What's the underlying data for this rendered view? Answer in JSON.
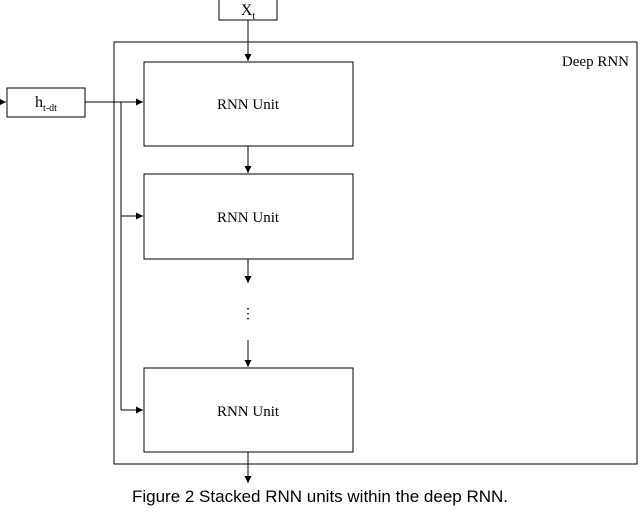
{
  "diagram": {
    "container_label": "Deep RNN",
    "input_x": {
      "base": "X",
      "sub": "t"
    },
    "input_h": {
      "base": "h",
      "sub": "t-dt"
    },
    "units": [
      {
        "label": "RNN Unit"
      },
      {
        "label": "RNN Unit"
      },
      {
        "label": "RNN Unit"
      }
    ],
    "ellipsis": "⋮"
  },
  "caption": "Figure 2 Stacked RNN units within the deep RNN."
}
